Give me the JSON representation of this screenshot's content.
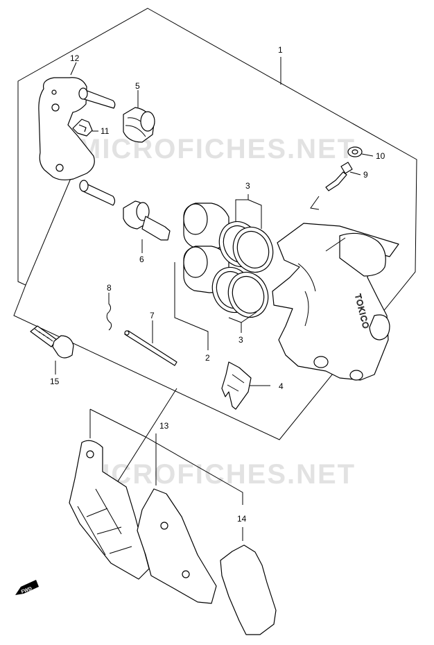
{
  "watermark": {
    "text": "MICROFICHES.NET"
  },
  "brand_mark": {
    "text": "TOKICO"
  },
  "direction_mark": {
    "text": "FWD"
  },
  "callouts": [
    {
      "id": "c1",
      "label": "1"
    },
    {
      "id": "c2",
      "label": "2"
    },
    {
      "id": "c3a",
      "label": "3"
    },
    {
      "id": "c3b",
      "label": "3"
    },
    {
      "id": "c4",
      "label": "4"
    },
    {
      "id": "c5",
      "label": "5"
    },
    {
      "id": "c6",
      "label": "6"
    },
    {
      "id": "c7",
      "label": "7"
    },
    {
      "id": "c8",
      "label": "8"
    },
    {
      "id": "c9",
      "label": "9"
    },
    {
      "id": "c10",
      "label": "10"
    },
    {
      "id": "c11",
      "label": "11"
    },
    {
      "id": "c12",
      "label": "12"
    },
    {
      "id": "c13",
      "label": "13"
    },
    {
      "id": "c14",
      "label": "14"
    },
    {
      "id": "c15",
      "label": "15"
    }
  ]
}
